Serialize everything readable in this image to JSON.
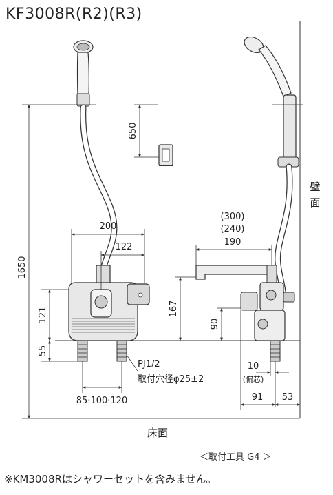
{
  "title": "KF3008R(R2)(R3)",
  "labels": {
    "wall_char1": "壁",
    "wall_char2": "面",
    "floor": "床面",
    "pj": "PJ1/2",
    "hole": "取付穴径φ25±2",
    "offset_label": "(偏芯)",
    "spacing": "85·100·120"
  },
  "dimensions": {
    "total_height": "1650",
    "hook_height": "650",
    "width_200": "200",
    "width_122": "122",
    "height_121": "121",
    "height_55": "55",
    "height_167": "167",
    "spout_300": "(300)",
    "spout_240": "(240)",
    "spout_190": "190",
    "height_90": "90",
    "offset_10": "10",
    "depth_91": "91",
    "depth_53": "53"
  },
  "footer": {
    "tool": "＜取付工具 G4 ＞",
    "note": "※KM3008Rはシャワーセットを含みません。"
  },
  "colors": {
    "line": "#333333",
    "fill_light": "#e8e8e8",
    "fill_mid": "#c8c8c8"
  }
}
